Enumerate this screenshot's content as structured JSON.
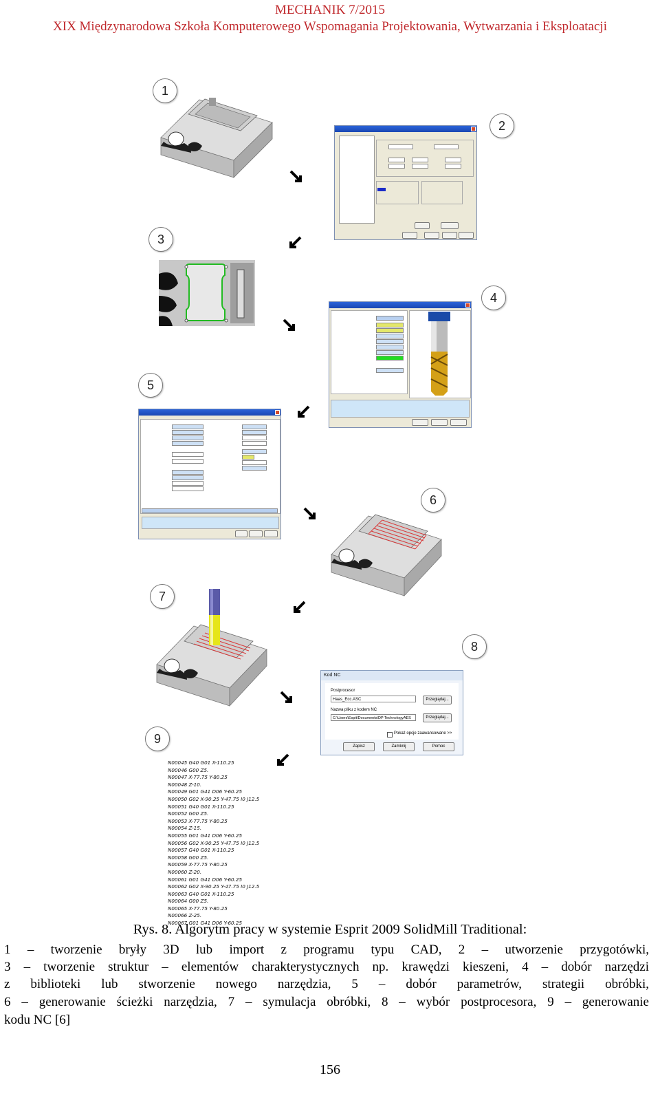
{
  "header": {
    "journal": "MECHANIK 7/2015",
    "conference": "XIX Międzynarodowa Szkoła Komputerowego Wspomagania Projektowania, Wytwarzania i Eksploatacji"
  },
  "figure": {
    "markers": [
      "1",
      "2",
      "3",
      "4",
      "5",
      "6",
      "7",
      "8",
      "9"
    ],
    "colors": {
      "header_red": "#c0282c",
      "part_gray": "#c9c9c9",
      "toolpath_red": "#d83a3a",
      "contour_green": "#22bb22",
      "tool_yellow": "#e6e51a",
      "tool_blue": "#5a5aa8",
      "drill_gold": "#d4a017"
    },
    "nc_dialog": {
      "title": "Kod NC",
      "postprocessor_label": "Postprocesor",
      "postprocessor_value": "Haas_Ecc.ASC",
      "browse1": "Przeglądaj...",
      "file_label": "Nazwa pliku z kodem NC",
      "file_value": "C:\\Users\\Espit\\Documents\\DP TechnologyAES",
      "browse2": "Przeglądaj...",
      "advanced_option": "Pokaż opcje zaawansowane >>",
      "save_button": "Zapisz",
      "close_button": "Zamknij",
      "help_button": "Pomoc"
    },
    "nc_code_lines": [
      "N00045 G40 G01 X-110.25",
      "N00046 G00 Z5.",
      "N00047 X-77.75 Y-80.25",
      "N00048 Z-10.",
      "N00049 G01 G41 D06 Y-60.25",
      "N00050 G02 X-90.25 Y-47.75 I0 J12.5",
      "N00051 G40 G01 X-110.25",
      "N00052 G00 Z5.",
      "N00053 X-77.75 Y-80.25",
      "N00054 Z-15.",
      "N00055 G01 G41 D06 Y-60.25",
      "N00056 G02 X-90.25 Y-47.75 I0 J12.5",
      "N00057 G40 G01 X-110.25",
      "N00058 G00 Z5.",
      "N00059 X-77.75 Y-80.25",
      "N00060 Z-20.",
      "N00061 G01 G41 D06 Y-60.25",
      "N00062 G02 X-90.25 Y-47.75 I0 J12.5",
      "N00063 G40 G01 X-110.25",
      "N00064 G00 Z5.",
      "N00065 X-77.75 Y-80.25",
      "N00066 Z-25.",
      "N00067 G01 G41 D06 Y-60.25"
    ]
  },
  "caption": {
    "title": "Rys. 8. Algorytm pracy w systemie Esprit 2009 SolidMill Traditional:",
    "line1": "1 – tworzenie bryły 3D lub import z programu typu CAD, 2 – utworzenie przygotówki,",
    "line2": "3 – tworzenie struktur – elementów charakterystycznych np. krawędzi kieszeni, 4 – dobór narzędzi",
    "line3": "z biblioteki lub stworzenie nowego narzędzia, 5 – dobór parametrów, strategii obróbki,",
    "line4": "6 – generowanie ścieżki narzędzia, 7 – symulacja obróbki, 8 – wybór postprocesora, 9 – generowanie",
    "line5": "kodu NC [6]"
  },
  "page_number": "156"
}
